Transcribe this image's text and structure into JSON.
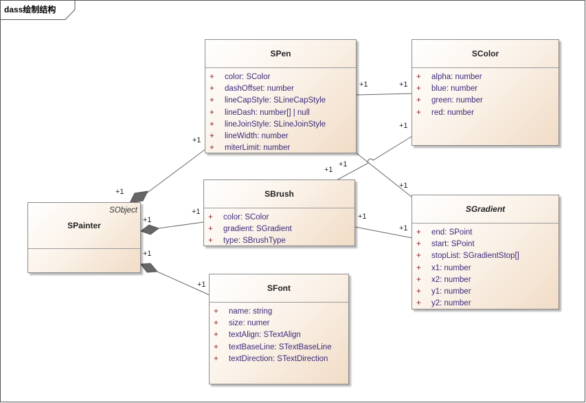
{
  "diagram": {
    "title": "dass绘制结构"
  },
  "classes": {
    "spen": {
      "name": "SPen",
      "attributes": [
        {
          "vis": "+",
          "text": "color: SColor"
        },
        {
          "vis": "+",
          "text": "dashOffset: number"
        },
        {
          "vis": "+",
          "text": "lineCapStyle: SLineCapStyle"
        },
        {
          "vis": "+",
          "text": "lineDash: number[] | null"
        },
        {
          "vis": "+",
          "text": "lineJoinStyle: SLineJoinStyle"
        },
        {
          "vis": "+",
          "text": "lineWidth: number"
        },
        {
          "vis": "+",
          "text": "miterLimit: number"
        }
      ]
    },
    "scolor": {
      "name": "SColor",
      "attributes": [
        {
          "vis": "+",
          "text": "alpha: number"
        },
        {
          "vis": "+",
          "text": "blue: number"
        },
        {
          "vis": "+",
          "text": "green: number"
        },
        {
          "vis": "+",
          "text": "red: number"
        }
      ]
    },
    "sbrush": {
      "name": "SBrush",
      "attributes": [
        {
          "vis": "+",
          "text": "color: SColor"
        },
        {
          "vis": "+",
          "text": "gradient: SGradient"
        },
        {
          "vis": "+",
          "text": "type: SBrushType"
        }
      ]
    },
    "sgradient": {
      "name": "SGradient",
      "attributes": [
        {
          "vis": "+",
          "text": "end: SPoint"
        },
        {
          "vis": "+",
          "text": "start: SPoint"
        },
        {
          "vis": "+",
          "text": "stopList: SGradientStop[]"
        },
        {
          "vis": "+",
          "text": "x1: number"
        },
        {
          "vis": "+",
          "text": "x2: number"
        },
        {
          "vis": "+",
          "text": "y1: number"
        },
        {
          "vis": "+",
          "text": "y2: number"
        }
      ]
    },
    "spainter": {
      "name": "SPainter",
      "stereotype": "SObject",
      "attributes": []
    },
    "sfont": {
      "name": "SFont",
      "attributes": [
        {
          "vis": "+",
          "text": "name: string"
        },
        {
          "vis": "+",
          "text": "size: numer"
        },
        {
          "vis": "+",
          "text": "textAlign: STextAlign"
        },
        {
          "vis": "+",
          "text": "textBaseLine: STextBaseLine"
        },
        {
          "vis": "+",
          "text": "textDirection: STextDirection"
        }
      ]
    }
  },
  "multiplicities": {
    "pen_color_a": "+1",
    "pen_color_b": "+1",
    "pen_gradient": "+1",
    "painter_pen_a": "+1",
    "painter_pen_b": "+1",
    "brush_color_a": "+1",
    "brush_color_b": "+1",
    "brush_color_c": "+1",
    "painter_brush_a": "+1",
    "painter_brush_b": "+1",
    "brush_gradient_a": "+1",
    "brush_gradient_b": "+1",
    "painter_font_a": "+1",
    "painter_font_b": "+1"
  }
}
